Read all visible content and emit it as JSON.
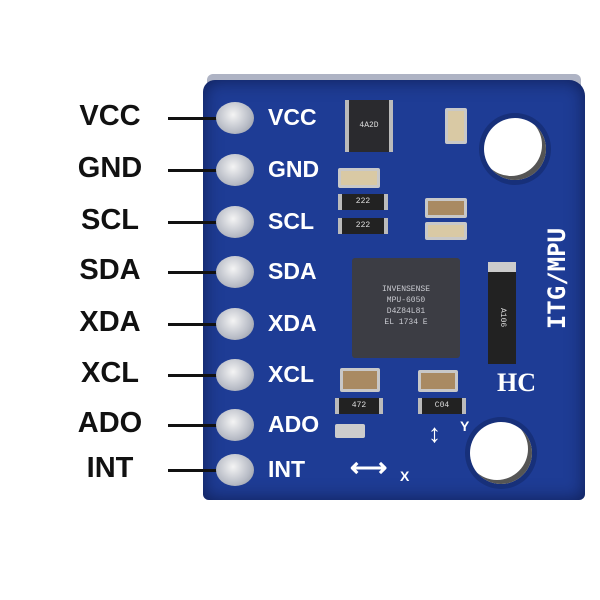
{
  "pins": [
    {
      "label": "VCC",
      "silk": "VCC"
    },
    {
      "label": "GND",
      "silk": "GND"
    },
    {
      "label": "SCL",
      "silk": "SCL"
    },
    {
      "label": "SDA",
      "silk": "SDA"
    },
    {
      "label": "XDA",
      "silk": "XDA"
    },
    {
      "label": "XCL",
      "silk": "XCL"
    },
    {
      "label": "ADO",
      "silk": "ADO"
    },
    {
      "label": "INT",
      "silk": "INT"
    }
  ],
  "board": {
    "model_text": "ITG/MPU",
    "maker_text": "HC",
    "axis_x": "X",
    "axis_y": "Y",
    "chip_lines": [
      "INVENSENSE",
      "MPU-6050",
      "D4Z84L81",
      "EL 1734 E"
    ],
    "regulator": "4A2D",
    "resistor_1": "222",
    "resistor_2": "222",
    "resistor_3": "472",
    "cap_label": "C04",
    "diode": "A106"
  },
  "colors": {
    "board": "#1e3c95",
    "silk": "#ffffff"
  }
}
